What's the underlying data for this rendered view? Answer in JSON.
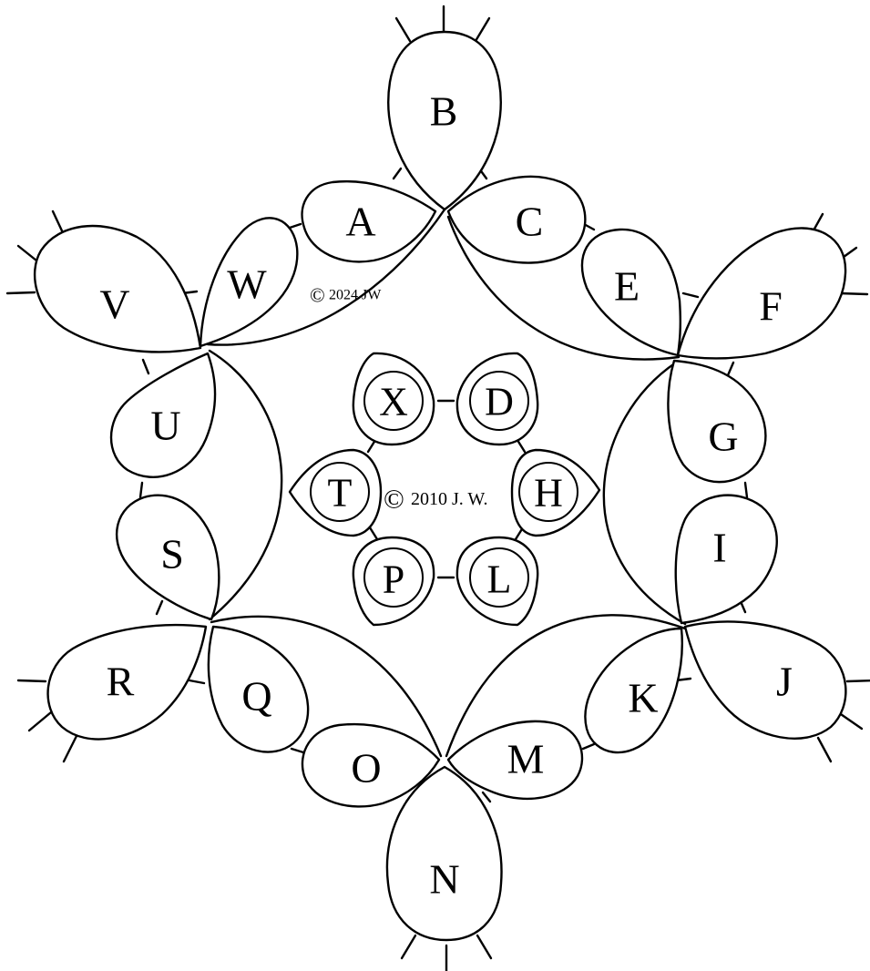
{
  "colors": {
    "line": "#000000",
    "background": "#ffffff",
    "inner_ring_fill": "#e8170f"
  },
  "copyright_top": "2024 JW",
  "copyright_center": "2010 J. W.",
  "copyright_symbol": "©",
  "rings": {
    "A": "A",
    "B": "B",
    "C": "C",
    "E": "E",
    "F": "F",
    "G": "G",
    "I": "I",
    "J": "J",
    "K": "K",
    "M": "M",
    "N": "N",
    "O": "O",
    "Q": "Q",
    "R": "R",
    "S": "S",
    "U": "U",
    "V": "V",
    "W": "W"
  },
  "inner_rings": {
    "X": "X",
    "D": "D",
    "H": "H",
    "L": "L",
    "P": "P",
    "T": "T"
  }
}
